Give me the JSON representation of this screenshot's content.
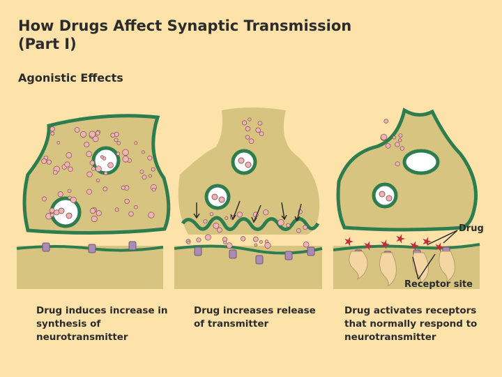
{
  "title": "How Drugs Affect Synaptic Transmission (Part I)",
  "subtitle": "Agonistic Effects",
  "panels": [
    {
      "caption": "Drug induces increase in synthesis of neurotransmitter"
    },
    {
      "caption": "Drug increases release of transmitter"
    },
    {
      "caption": "Drug activates receptors that normally respond to neurotransmitter"
    }
  ],
  "labels": {
    "drug": "Drug",
    "receptor_site": "Receptor site"
  },
  "colors": {
    "background": "#fde3a9",
    "terminal_fill": "#d8c481",
    "membrane": "#2e7d4f",
    "vesicle": "#f0b3b6",
    "receptor": "#a98bb3",
    "drug": "#c8283a"
  }
}
